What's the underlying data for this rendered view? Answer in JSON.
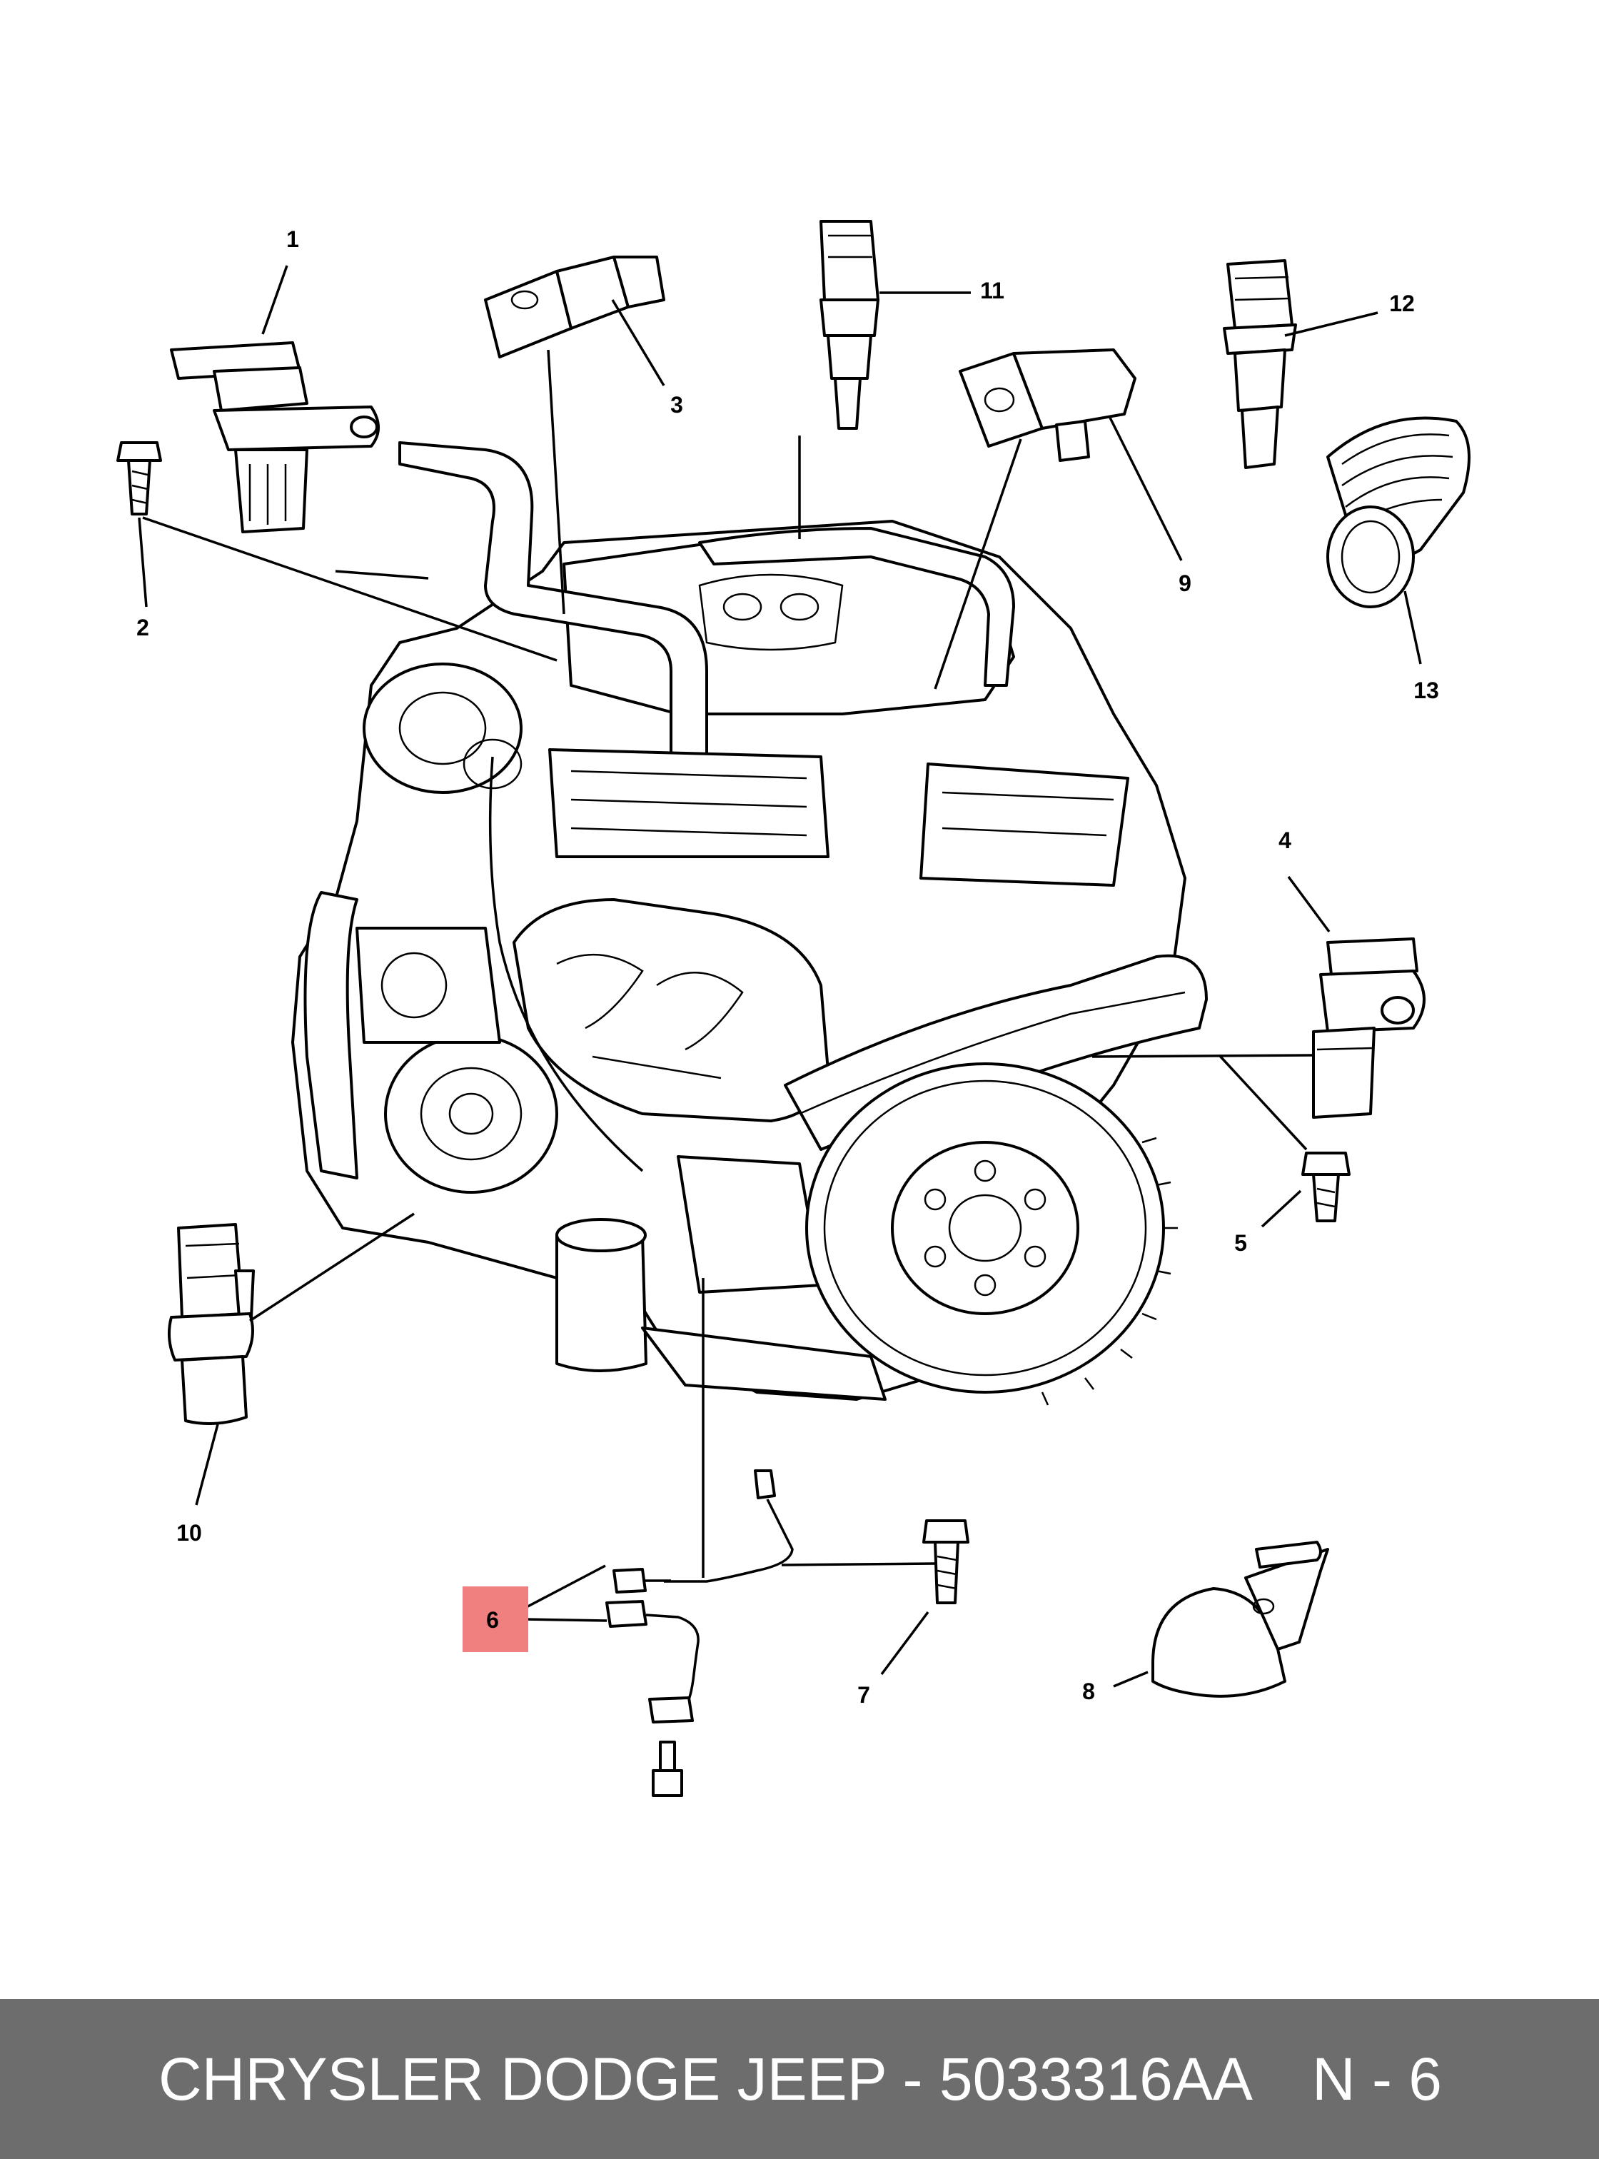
{
  "diagram": {
    "callouts": [
      "1",
      "2",
      "3",
      "4",
      "5",
      "6",
      "7",
      "8",
      "9",
      "10",
      "11",
      "12",
      "13"
    ],
    "highlighted_callout": "6",
    "highlight_color": "#f08080"
  },
  "footer": {
    "title": "CHRYSLER DODGE JEEP - 5033316AA",
    "code": "N - 6",
    "background_color": "#6d6d6d",
    "text_color": "#ffffff"
  }
}
